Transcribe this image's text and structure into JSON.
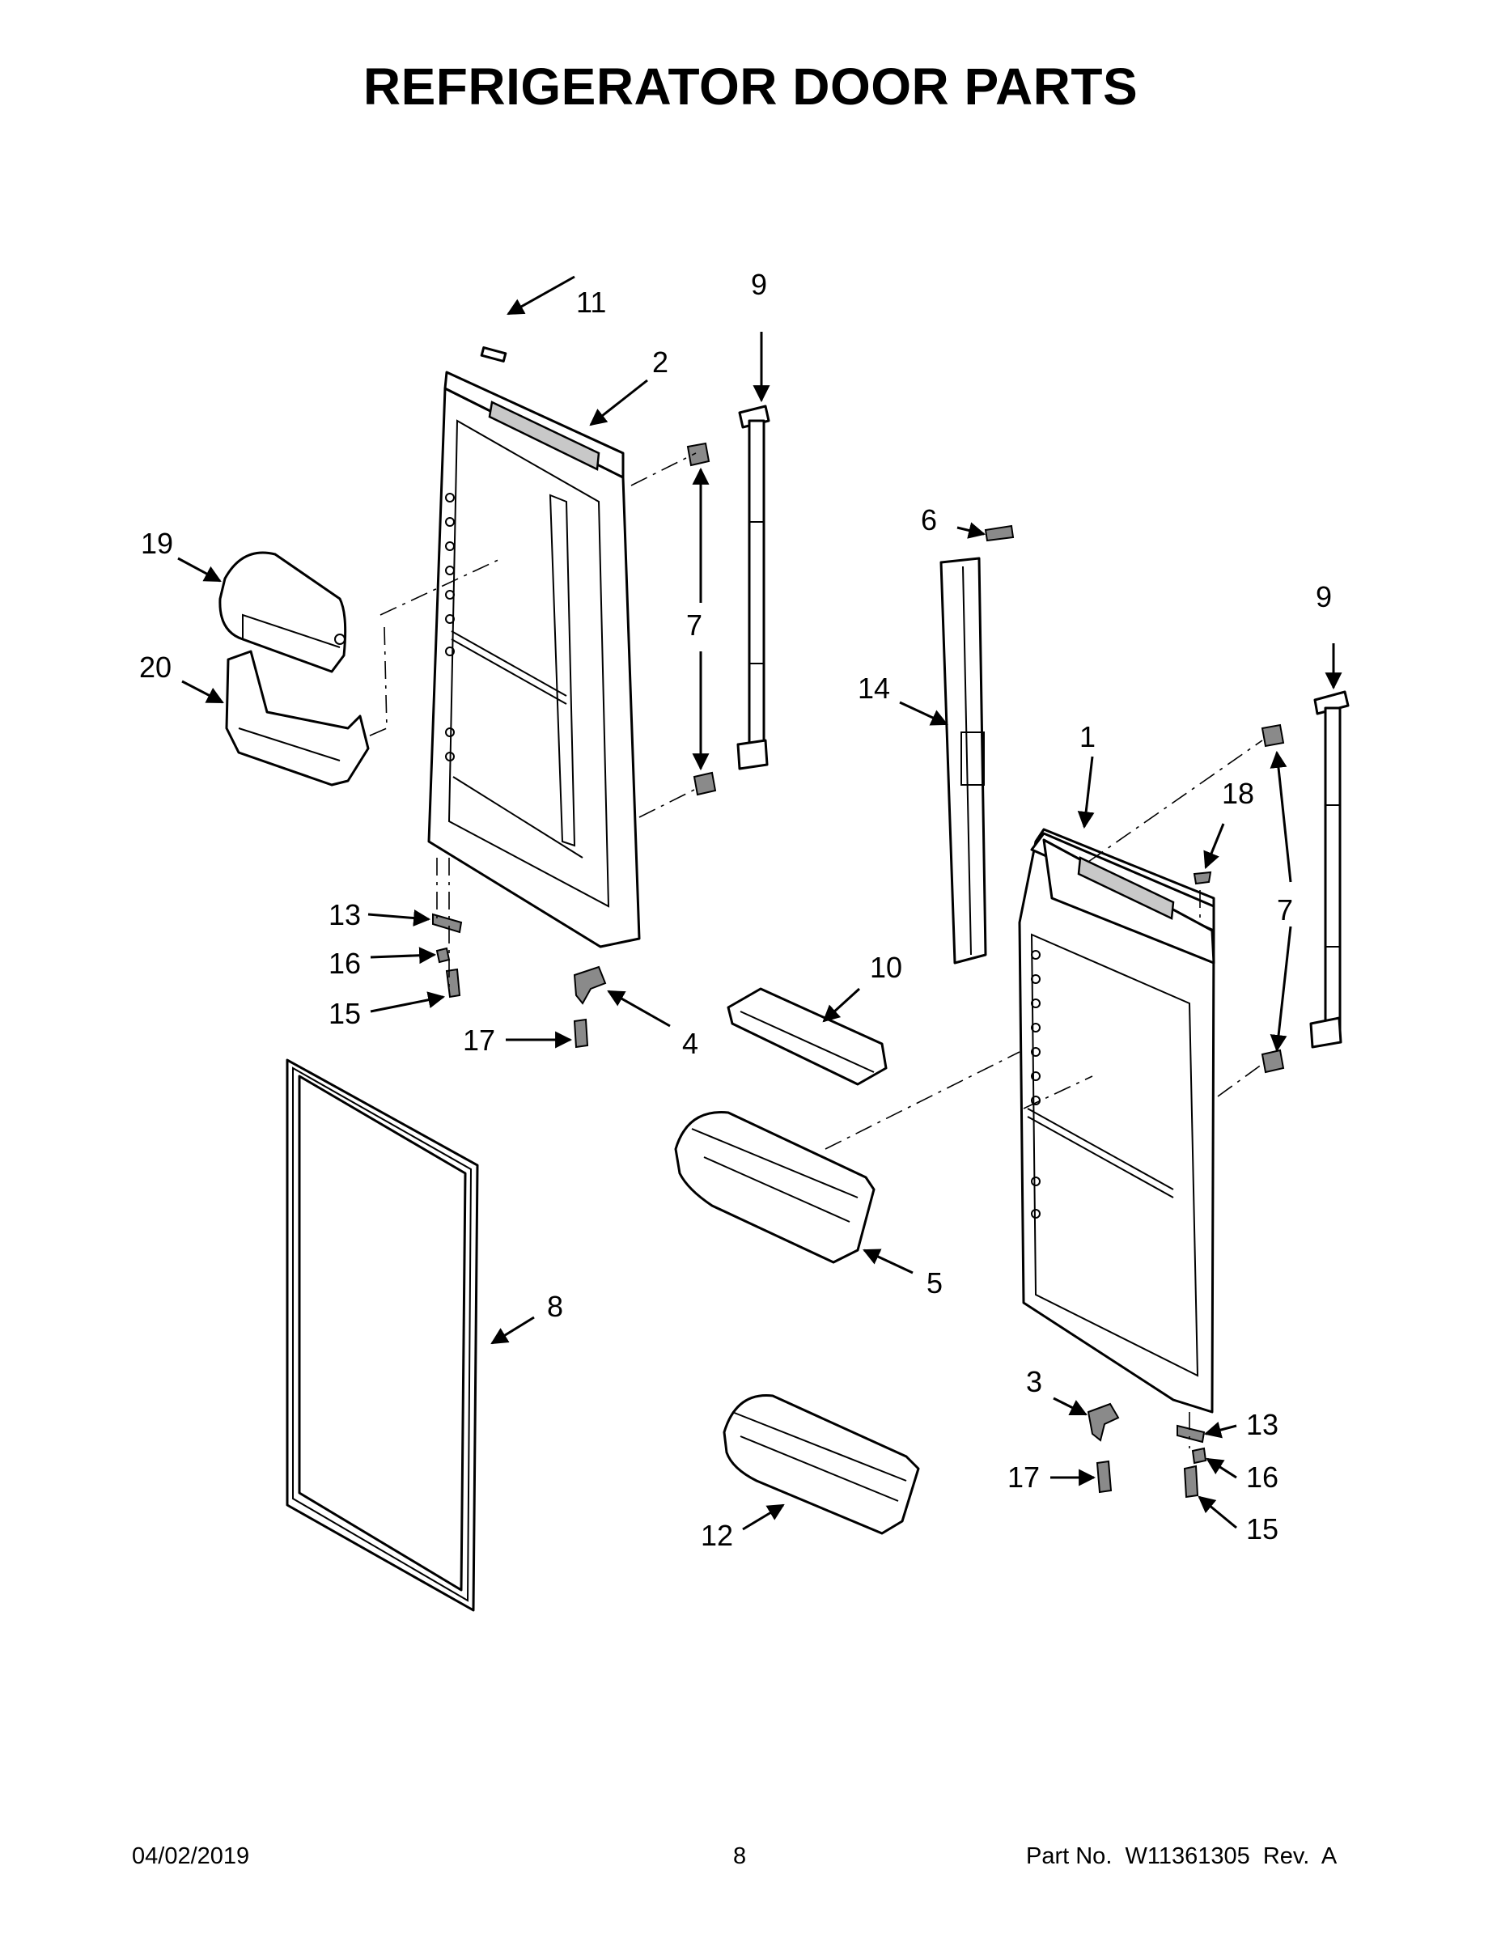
{
  "title": "REFRIGERATOR DOOR PARTS",
  "callouts": {
    "c11": "11",
    "c2": "2",
    "c9a": "9",
    "c19": "19",
    "c20": "20",
    "c7a": "7",
    "c6": "6",
    "c9b": "9",
    "c14": "14",
    "c1": "1",
    "c18": "18",
    "c7b": "7",
    "c13a": "13",
    "c16a": "16",
    "c15a": "15",
    "c10": "10",
    "c17a": "17",
    "c4": "4",
    "c5": "5",
    "c8": "8",
    "c3": "3",
    "c13b": "13",
    "c17b": "17",
    "c16b": "16",
    "c12": "12",
    "c15b": "15"
  },
  "footer": {
    "date": "04/02/2019",
    "page": "8",
    "part_number": "Part No.  W11361305  Rev.  A"
  }
}
